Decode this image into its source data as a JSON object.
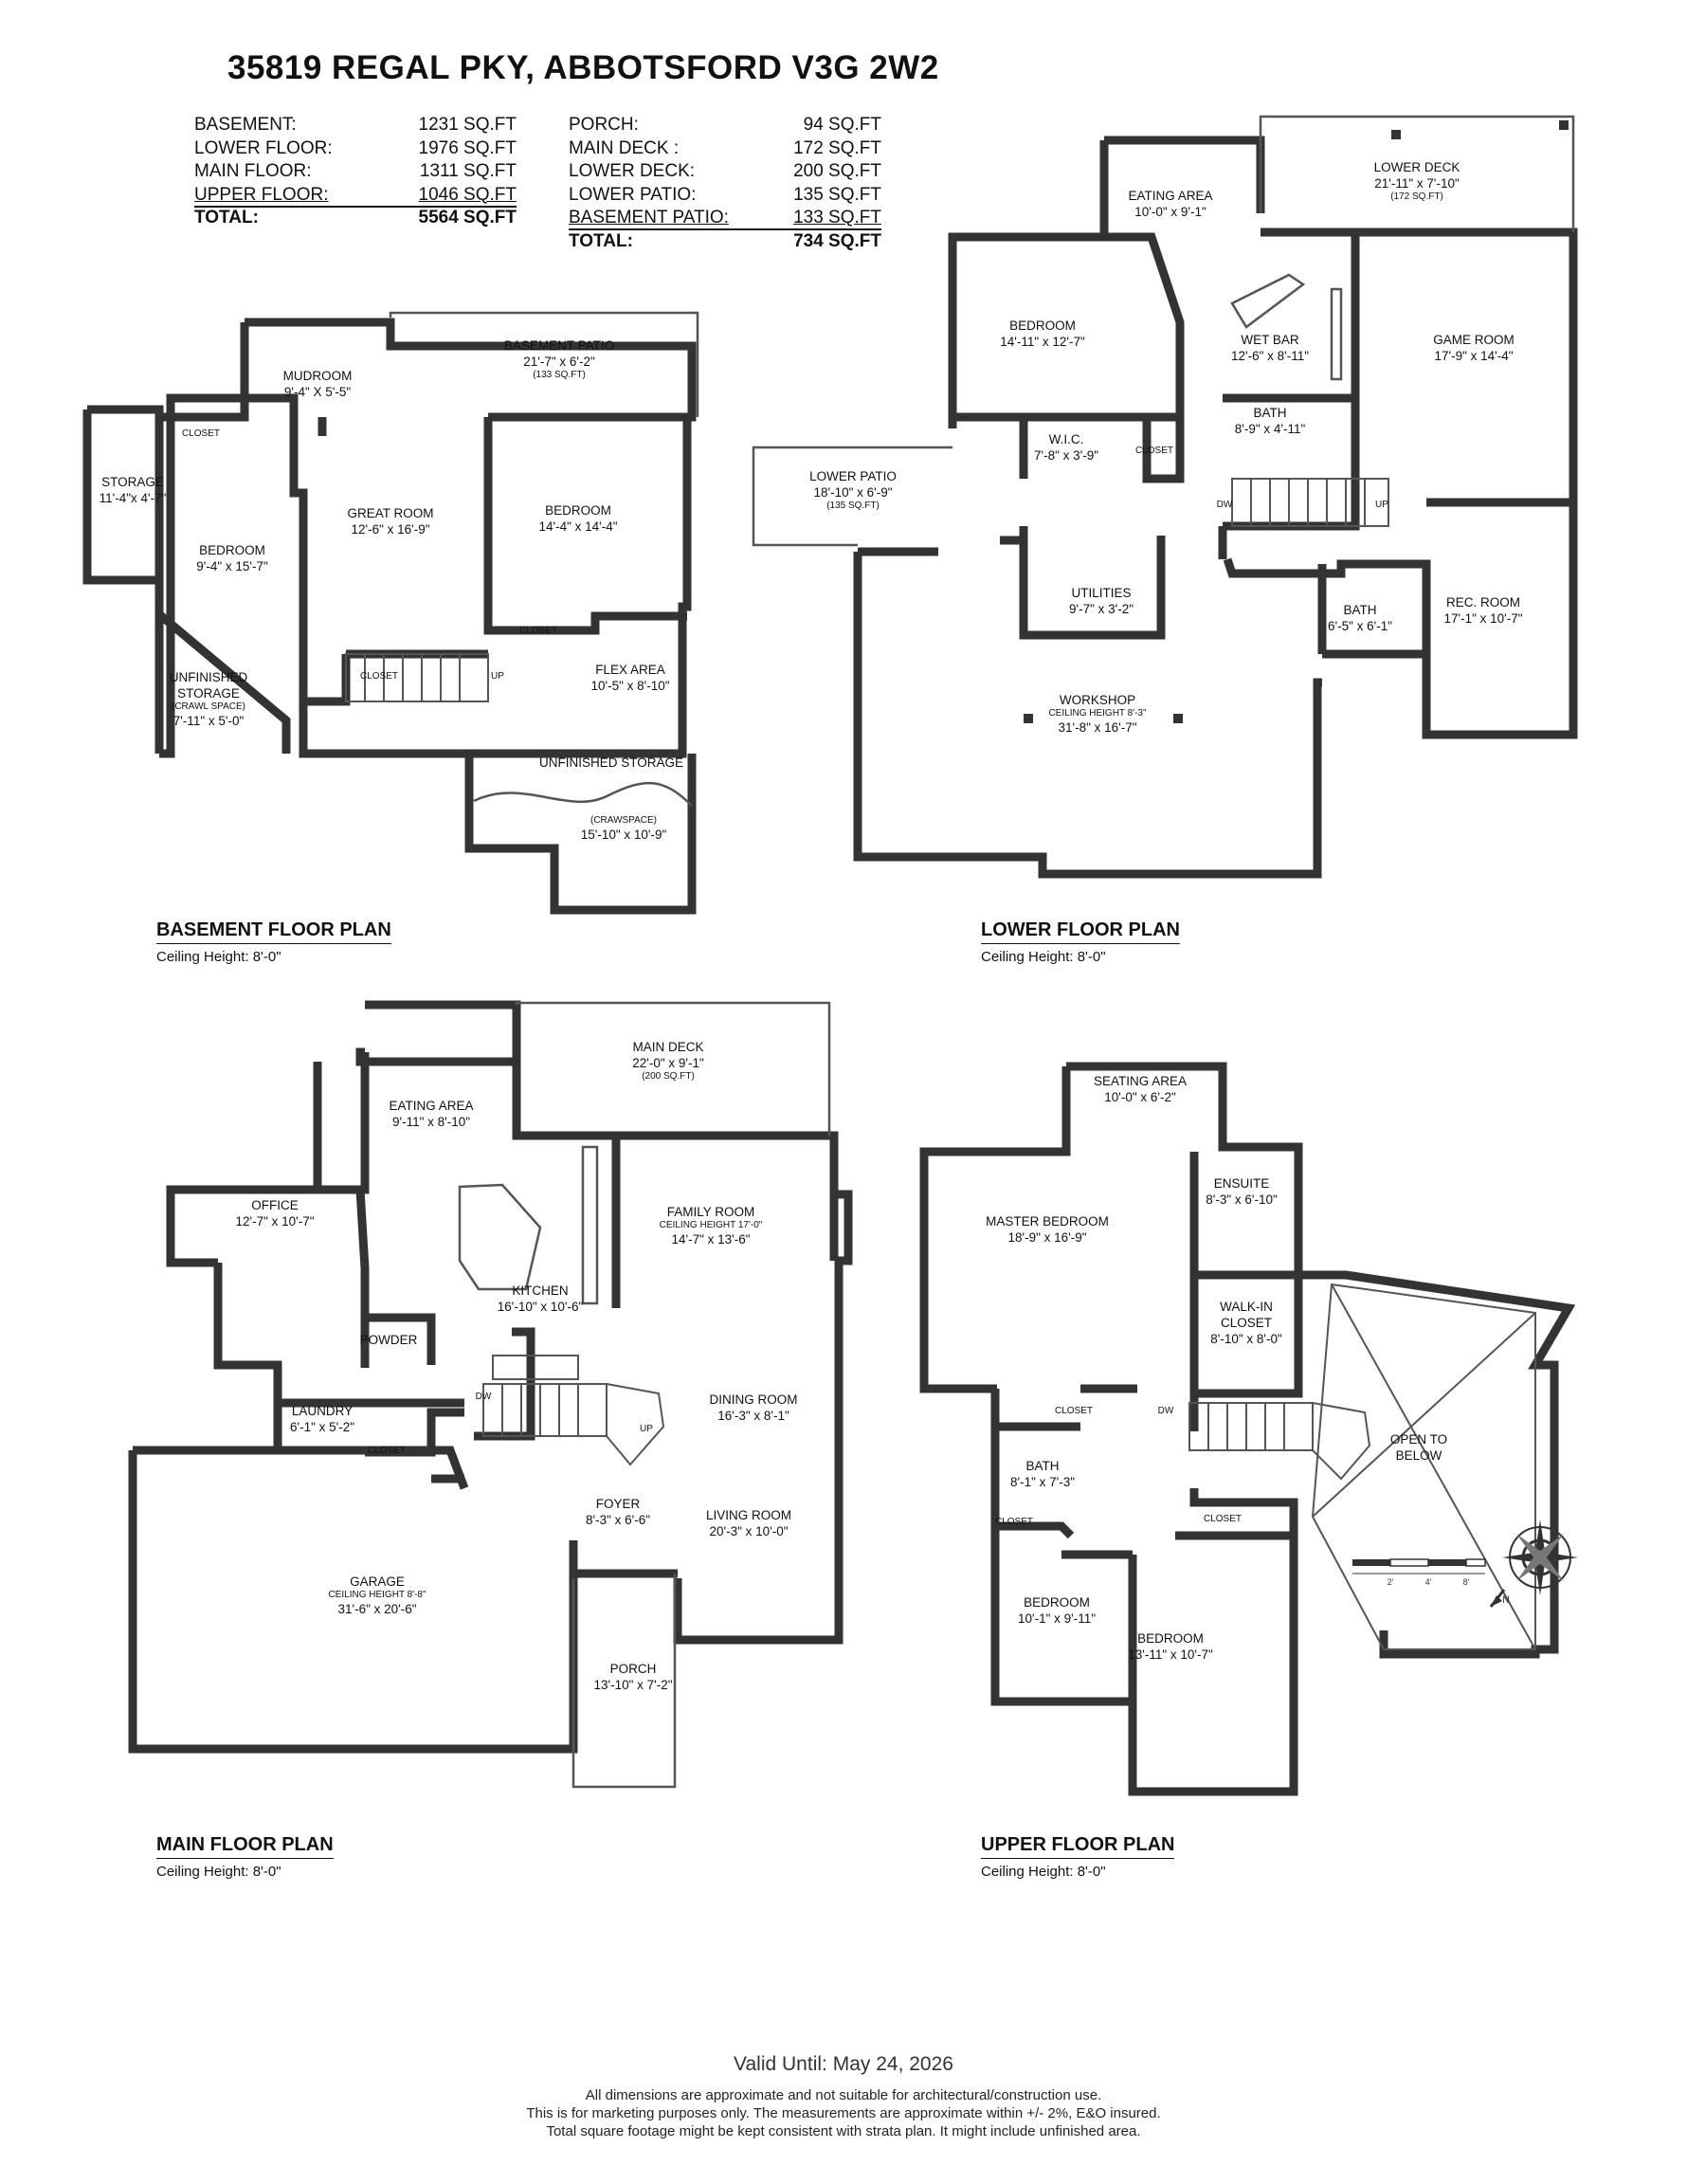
{
  "title": "35819 REGAL PKY, ABBOTSFORD V3G 2W2",
  "interior_areas": [
    {
      "label": "BASEMENT:",
      "value": "1231 SQ.FT"
    },
    {
      "label": "LOWER FLOOR:",
      "value": "1976 SQ.FT"
    },
    {
      "label": "MAIN FLOOR:",
      "value": "1311 SQ.FT"
    },
    {
      "label": "UPPER FLOOR:",
      "value": "1046 SQ.FT"
    },
    {
      "label": "TOTAL:",
      "value": "5564 SQ.FT"
    }
  ],
  "exterior_areas": [
    {
      "label": "PORCH:",
      "value": "94 SQ.FT"
    },
    {
      "label": "MAIN DECK :",
      "value": "172 SQ.FT"
    },
    {
      "label": "LOWER DECK:",
      "value": "200 SQ.FT"
    },
    {
      "label": "LOWER PATIO:",
      "value": "135 SQ.FT"
    },
    {
      "label": "BASEMENT PATIO:",
      "value": "133 SQ.FT"
    },
    {
      "label": "TOTAL:",
      "value": "734 SQ.FT"
    }
  ],
  "plans": {
    "basement": {
      "name": "BASEMENT FLOOR PLAN",
      "ceiling": "Ceiling Height: 8'-0\"",
      "rooms": [
        {
          "lines": [
            "BASEMENT PATIO",
            "21'-7\" x 6'-2\"",
            "(133 SQ.FT)"
          ]
        },
        {
          "lines": [
            "MUDROOM",
            "9'-4\" X 5'-5\""
          ]
        },
        {
          "lines": [
            "CLOSET"
          ],
          "small": true
        },
        {
          "lines": [
            "STORAGE",
            "11'-4\"x 4'-7\""
          ]
        },
        {
          "lines": [
            "BEDROOM",
            "9'-4\" x 15'-7\""
          ]
        },
        {
          "lines": [
            "GREAT ROOM",
            "12'-6\" x 16'-9\""
          ]
        },
        {
          "lines": [
            "BEDROOM",
            "14'-4\" x 14'-4\""
          ]
        },
        {
          "lines": [
            "CLOSET"
          ],
          "small": true
        },
        {
          "lines": [
            "CLOSET"
          ],
          "small": true
        },
        {
          "lines": [
            "UP"
          ],
          "small": true
        },
        {
          "lines": [
            "FLEX AREA",
            "10'-5\" x 8'-10\""
          ]
        },
        {
          "lines": [
            "UNFINISHED",
            "STORAGE",
            "(CRAWL SPACE)",
            "7'-11\" x 5'-0\""
          ]
        },
        {
          "lines": [
            "UNFINISHED STORAGE"
          ]
        },
        {
          "lines": [
            "(CRAWSPACE)",
            "15'-10\" x 10'-9\""
          ]
        }
      ]
    },
    "lower": {
      "name": "LOWER FLOOR PLAN",
      "ceiling": "Ceiling Height: 8'-0\"",
      "rooms": [
        {
          "lines": [
            "EATING AREA",
            "10'-0\" x 9'-1\""
          ]
        },
        {
          "lines": [
            "LOWER DECK",
            "21'-11\" x 7'-10\"",
            "(172 SQ.FT)"
          ]
        },
        {
          "lines": [
            "BEDROOM",
            "14'-11\" x 12'-7\""
          ]
        },
        {
          "lines": [
            "WET BAR",
            "12'-6\" x 8'-11\""
          ]
        },
        {
          "lines": [
            "GAME ROOM",
            "17'-9\" x 14'-4\""
          ]
        },
        {
          "lines": [
            "BATH",
            "8'-9\" x 4'-11\""
          ]
        },
        {
          "lines": [
            "W.I.C.",
            "7'-8\" x 3'-9\""
          ]
        },
        {
          "lines": [
            "CLOSET"
          ],
          "small": true
        },
        {
          "lines": [
            "LOWER PATIO",
            "18'-10\" x 6'-9\"",
            "(135 SQ.FT)"
          ]
        },
        {
          "lines": [
            "DW"
          ],
          "small": true
        },
        {
          "lines": [
            "UP"
          ],
          "small": true
        },
        {
          "lines": [
            "UTILITIES",
            "9'-7\" x 3'-2\""
          ]
        },
        {
          "lines": [
            "BATH",
            "6'-5\" x 6'-1\""
          ]
        },
        {
          "lines": [
            "REC. ROOM",
            "17'-1\" x 10'-7\""
          ]
        },
        {
          "lines": [
            "WORKSHOP",
            "CEILING HEIGHT 8'-3\"",
            "31'-8\" x 16'-7\""
          ]
        }
      ]
    },
    "main": {
      "name": "MAIN FLOOR PLAN",
      "ceiling": "Ceiling Height: 8'-0\"",
      "rooms": [
        {
          "lines": [
            "MAIN DECK",
            "22'-0\" x 9'-1\"",
            "(200 SQ.FT)"
          ]
        },
        {
          "lines": [
            "EATING AREA",
            "9'-11\" x 8'-10\""
          ]
        },
        {
          "lines": [
            "OFFICE",
            "12'-7\" x 10'-7\""
          ]
        },
        {
          "lines": [
            "FAMILY ROOM",
            "CEILING HEIGHT 17'-0\"",
            "14'-7\" x 13'-6\""
          ]
        },
        {
          "lines": [
            "KITCHEN",
            "16'-10\" x 10'-6\""
          ]
        },
        {
          "lines": [
            "POWDER"
          ]
        },
        {
          "lines": [
            "DW"
          ],
          "small": true
        },
        {
          "lines": [
            "UP"
          ],
          "small": true
        },
        {
          "lines": [
            "DINING ROOM",
            "16'-3\" x 8'-1\""
          ]
        },
        {
          "lines": [
            "LAUNDRY",
            "6'-1\" x 5'-2\""
          ]
        },
        {
          "lines": [
            "CLOSET"
          ],
          "small": true
        },
        {
          "lines": [
            "FOYER",
            "8'-3\" x 6'-6\""
          ]
        },
        {
          "lines": [
            "LIVING ROOM",
            "20'-3\" x 10'-0\""
          ]
        },
        {
          "lines": [
            "GARAGE",
            "CEILING HEIGHT 8'-8\"",
            "31'-6\" x 20'-6\""
          ]
        },
        {
          "lines": [
            "PORCH",
            "13'-10\" x 7'-2\""
          ]
        }
      ]
    },
    "upper": {
      "name": "UPPER FLOOR PLAN",
      "ceiling": "Ceiling Height: 8'-0\"",
      "rooms": [
        {
          "lines": [
            "SEATING AREA",
            "10'-0\" x 6'-2\""
          ]
        },
        {
          "lines": [
            "ENSUITE",
            "8'-3\" x 6'-10\""
          ]
        },
        {
          "lines": [
            "MASTER BEDROOM",
            "18'-9\" x 16'-9\""
          ]
        },
        {
          "lines": [
            "WALK-IN",
            "CLOSET",
            "8'-10\" x 8'-0\""
          ]
        },
        {
          "lines": [
            "CLOSET"
          ],
          "small": true
        },
        {
          "lines": [
            "DW"
          ],
          "small": true
        },
        {
          "lines": [
            "OPEN TO",
            "BELOW"
          ]
        },
        {
          "lines": [
            "BATH",
            "8'-1\" x 7'-3\""
          ]
        },
        {
          "lines": [
            "CLOSET"
          ],
          "small": true
        },
        {
          "lines": [
            "CLOSET"
          ],
          "small": true
        },
        {
          "lines": [
            "BEDROOM",
            "10'-1\" x 9'-11\""
          ]
        },
        {
          "lines": [
            "BEDROOM",
            "13'-11\" x 10'-7\""
          ]
        }
      ]
    }
  },
  "scale_labels": [
    "2'",
    "4'",
    "8'"
  ],
  "compass_label": "N",
  "valid_until": "Valid Until: May 24, 2026",
  "disclaimer": [
    "All dimensions are approximate and not suitable for architectural/construction use.",
    "This is for marketing purposes only. The measurements are approximate within +/- 2%, E&O insured.",
    "Total square footage might be kept consistent with strata plan. It might include unfinished area."
  ]
}
